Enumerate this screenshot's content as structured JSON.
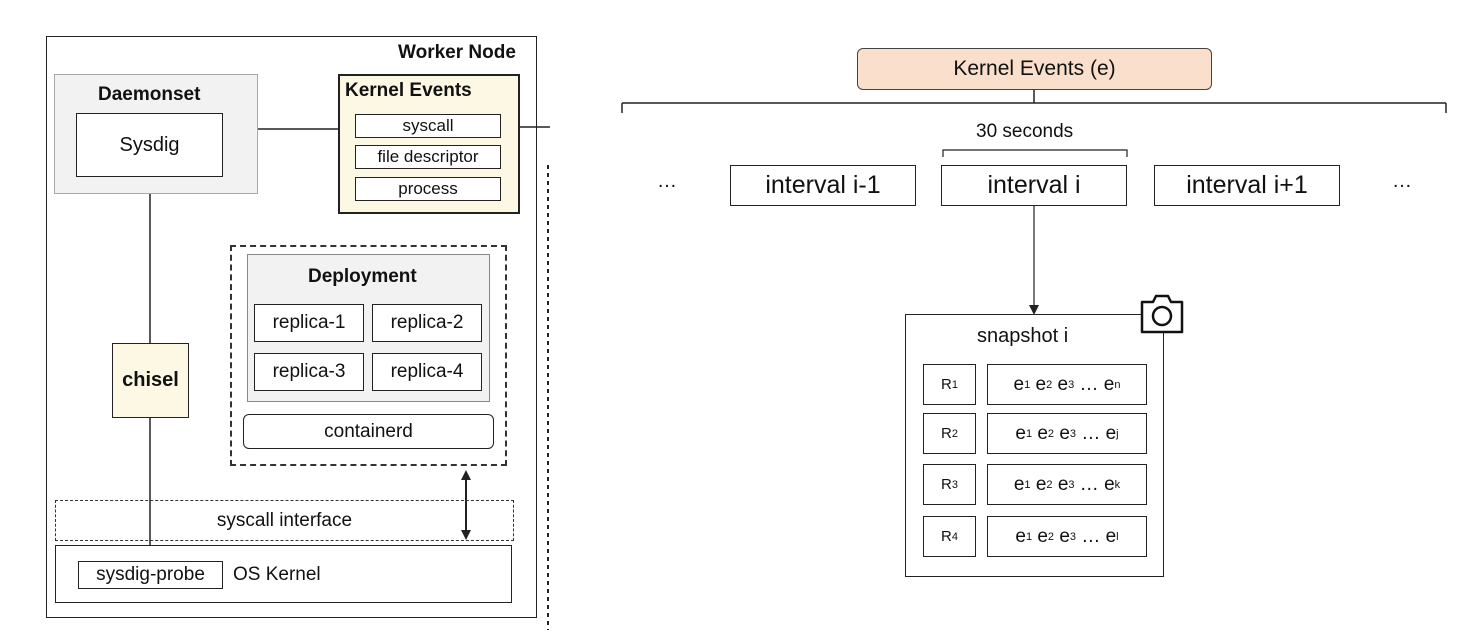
{
  "left": {
    "worker_node_label": "Worker Node",
    "daemonset": {
      "title": "Daemonset",
      "sysdig": "Sysdig"
    },
    "kernel_events": {
      "title": "Kernel Events",
      "items": [
        "syscall",
        "file descriptor",
        "process"
      ]
    },
    "deployment": {
      "title": "Deployment",
      "replicas": [
        "replica-1",
        "replica-2",
        "replica-3",
        "replica-4"
      ]
    },
    "containerd": "containerd",
    "chisel": "chisel",
    "syscall_interface": "syscall interface",
    "sysdig_probe": "sysdig-probe",
    "os_kernel": "OS Kernel"
  },
  "right": {
    "kernel_events_e": "Kernel Events (e)",
    "duration": "30 seconds",
    "ellipsis": "…",
    "intervals": [
      "interval i-1",
      "interval i",
      "interval i+1"
    ],
    "snapshot": {
      "title": "snapshot i",
      "rows": [
        {
          "r": "R",
          "r_sub": "1",
          "events": [
            "e",
            "1",
            "e",
            "2",
            "e",
            "3",
            "…",
            "e",
            "n"
          ]
        },
        {
          "r": "R",
          "r_sub": "2",
          "events": [
            "e",
            "1",
            "e",
            "2",
            "e",
            "3",
            "…",
            "e",
            "j"
          ]
        },
        {
          "r": "R",
          "r_sub": "3",
          "events": [
            "e",
            "1",
            "e",
            "2",
            "e",
            "3",
            "…",
            "e",
            "k"
          ]
        },
        {
          "r": "R",
          "r_sub": "4",
          "events": [
            "e",
            "1",
            "e",
            "2",
            "e",
            "3",
            "…",
            "e",
            "l"
          ]
        }
      ]
    }
  },
  "colors": {
    "daemonset_bg": "#f2f2f2",
    "kernel_events_bg": "#fdf8e4",
    "chisel_bg": "#fdf8e4",
    "deployment_bg": "#f2f2f2",
    "kernel_events_e_bg": "#fae0cc"
  },
  "icons": [
    "camera-icon"
  ]
}
